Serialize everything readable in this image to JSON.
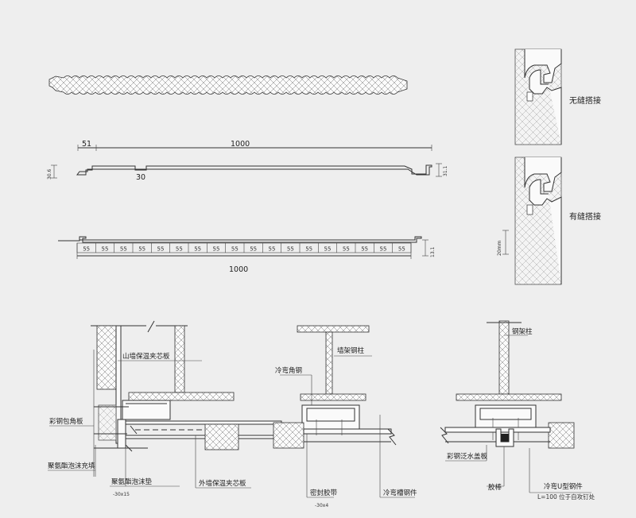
{
  "dimensions": {
    "left_offset": "51",
    "width_top": "1000",
    "height_left": "30.6",
    "groove": "30",
    "height_right": "31.1",
    "rib_spacing": "55",
    "rib_count_label": "55",
    "width_bottom": "1000",
    "height_right2": "13.1",
    "mm20": "20mm"
  },
  "joints": {
    "seamless": "无缝搭接",
    "seamed": "有缝搭接"
  },
  "detail1": {
    "gable_panel": "山墙保温夹芯板",
    "corner_flashing": "彩钢包角板",
    "pu_fill": "聚氨酯泡沫充填",
    "pu_pad": "聚氨酯泡沫垫",
    "pu_pad_size": "-30x15",
    "outer_panel": "外墙保温夹芯板"
  },
  "detail2": {
    "column": "墙架钢柱",
    "angle": "冷弯角钢",
    "seal_tape": "密封胶带",
    "seal_size": "-30x4",
    "channel": "冷弯槽钢件"
  },
  "detail3": {
    "column": "钢架柱",
    "cover": "彩钢泛水盖板",
    "rod": "胶棒",
    "u_part": "冷弯U型钢件",
    "u_note": "L=100  位于自攻钉处"
  }
}
